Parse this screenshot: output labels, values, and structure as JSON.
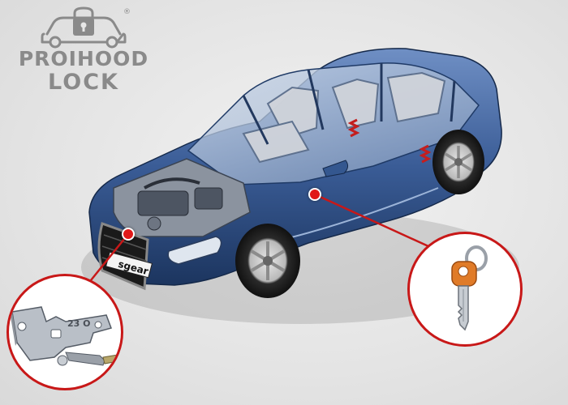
{
  "logo": {
    "line1": "PROIHOOD",
    "line2": "LOCK",
    "registered_mark": "®",
    "icon": "car-lock-icon"
  },
  "car": {
    "grille_badge": "sgear"
  },
  "callouts": [
    {
      "name": "hood-latch-bracket",
      "icon": "hood-lock-bracket-icon",
      "stamp": "23 O"
    },
    {
      "name": "ignition-key",
      "icon": "key-icon"
    }
  ],
  "colors": {
    "background": "#e6e6e6",
    "car_body": "#2e4f86",
    "callout_accent": "#c81818",
    "key_head": "#e07b28",
    "logo_grey": "#8a8a8a"
  }
}
